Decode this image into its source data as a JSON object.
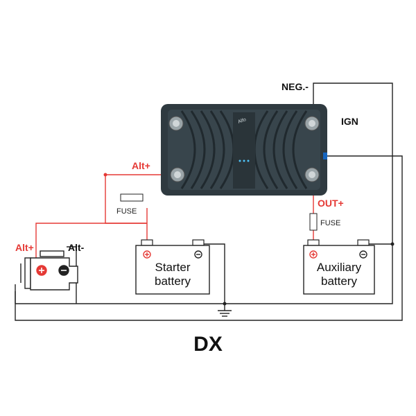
{
  "diagram": {
    "title": "DX",
    "labels": {
      "neg": "NEG.-",
      "ign": "IGN",
      "alt_plus_device": "Alt+",
      "out_plus": "OUT+",
      "fuse_left": "FUSE",
      "fuse_right": "FUSE",
      "alt_plus_engine": "Alt+",
      "alt_minus_engine": "Alt-"
    },
    "starter_battery": {
      "line1": "Starter",
      "line2": "battery"
    },
    "auxiliary_battery": {
      "line1": "Auxiliary",
      "line2": "battery"
    },
    "device": {
      "brand": "Alfo"
    },
    "colors": {
      "positive_wire": "#e53935",
      "negative_wire": "#222222",
      "device_body": "#2f3a40"
    }
  }
}
